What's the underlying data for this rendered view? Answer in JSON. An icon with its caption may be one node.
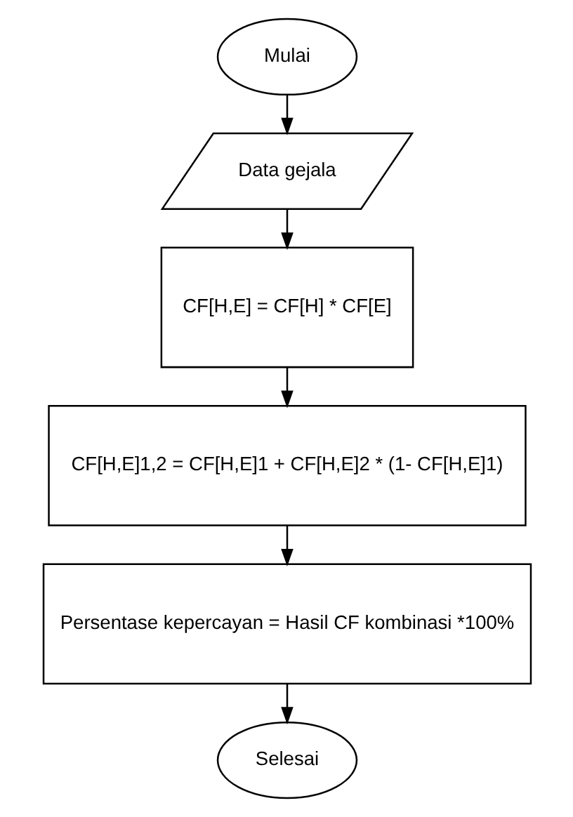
{
  "diagram": {
    "nodes": [
      {
        "text": [
          "Mulai"
        ]
      },
      {
        "text": [
          "Data gejala"
        ]
      },
      {
        "text": [
          "CF[H,E] = CF[H] * CF[E]"
        ]
      },
      {
        "text": [
          "CF[H,E]1,2 = CF[H,E]1 + CF[H,E]2 * (1- CF[H,E]1)"
        ]
      },
      {
        "text": [
          "Persentase kepercayan = Hasil CF kombinasi *100%"
        ]
      },
      {
        "text": [
          "Selesai"
        ]
      }
    ],
    "edges": [
      {
        "from": 0,
        "to": 1,
        "arrow": "to"
      },
      {
        "from": 1,
        "to": 2,
        "arrow": "to"
      },
      {
        "from": 2,
        "to": 3,
        "arrow": "to"
      },
      {
        "from": 3,
        "to": 4,
        "arrow": "to"
      },
      {
        "from": 4,
        "to": 5,
        "arrow": "to"
      }
    ]
  }
}
